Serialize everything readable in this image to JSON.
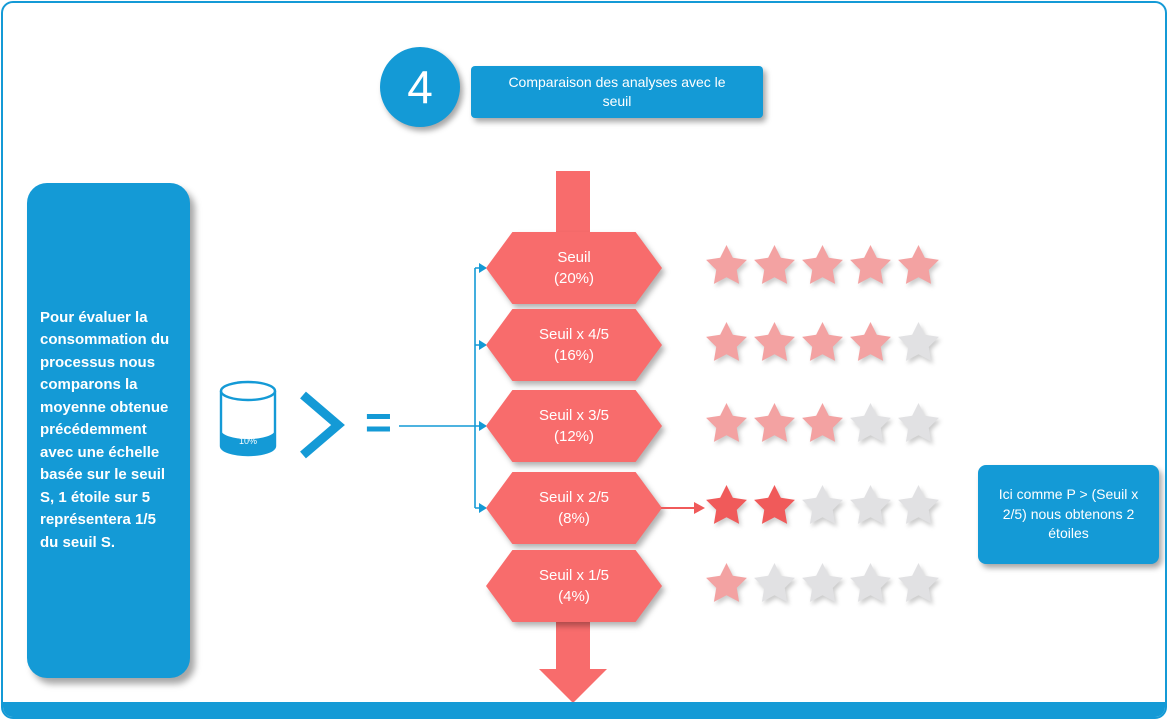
{
  "header": {
    "step_number": "4",
    "title": "Comparaison des analyses avec le seuil"
  },
  "description_panel": {
    "text": "Pour évaluer la consommation du processus nous comparons la moyenne obtenue précédemment  avec une échelle basée sur le seuil S, 1 étoile sur 5 représentera 1/5 du seuil S."
  },
  "database": {
    "fill_label": "10%"
  },
  "operators": {
    "comparison": ">",
    "equals": "="
  },
  "scale_rows": [
    {
      "line1": "Seuil",
      "line2": "(20%)",
      "stars_filled": 5,
      "stars_total": 5,
      "highlighted": false
    },
    {
      "line1": "Seuil x 4/5",
      "line2": "(16%)",
      "stars_filled": 4,
      "stars_total": 5,
      "highlighted": false
    },
    {
      "line1": "Seuil x 3/5",
      "line2": "(12%)",
      "stars_filled": 3,
      "stars_total": 5,
      "highlighted": false
    },
    {
      "line1": "Seuil x 2/5",
      "line2": "(8%)",
      "stars_filled": 2,
      "stars_total": 5,
      "highlighted": true
    },
    {
      "line1": "Seuil x 1/5",
      "line2": "(4%)",
      "stars_filled": 1,
      "stars_total": 5,
      "highlighted": false
    }
  ],
  "result_note": {
    "text": "Ici comme P > (Seuil x 2/5) nous obtenons 2 étoiles"
  },
  "colors": {
    "accent_blue": "#149ad6",
    "hexagon_red": "#f86c6c",
    "star_salmon": "#f3a2a2",
    "star_highlight_red": "#f05a5a",
    "star_gray": "#e1e1e3"
  }
}
